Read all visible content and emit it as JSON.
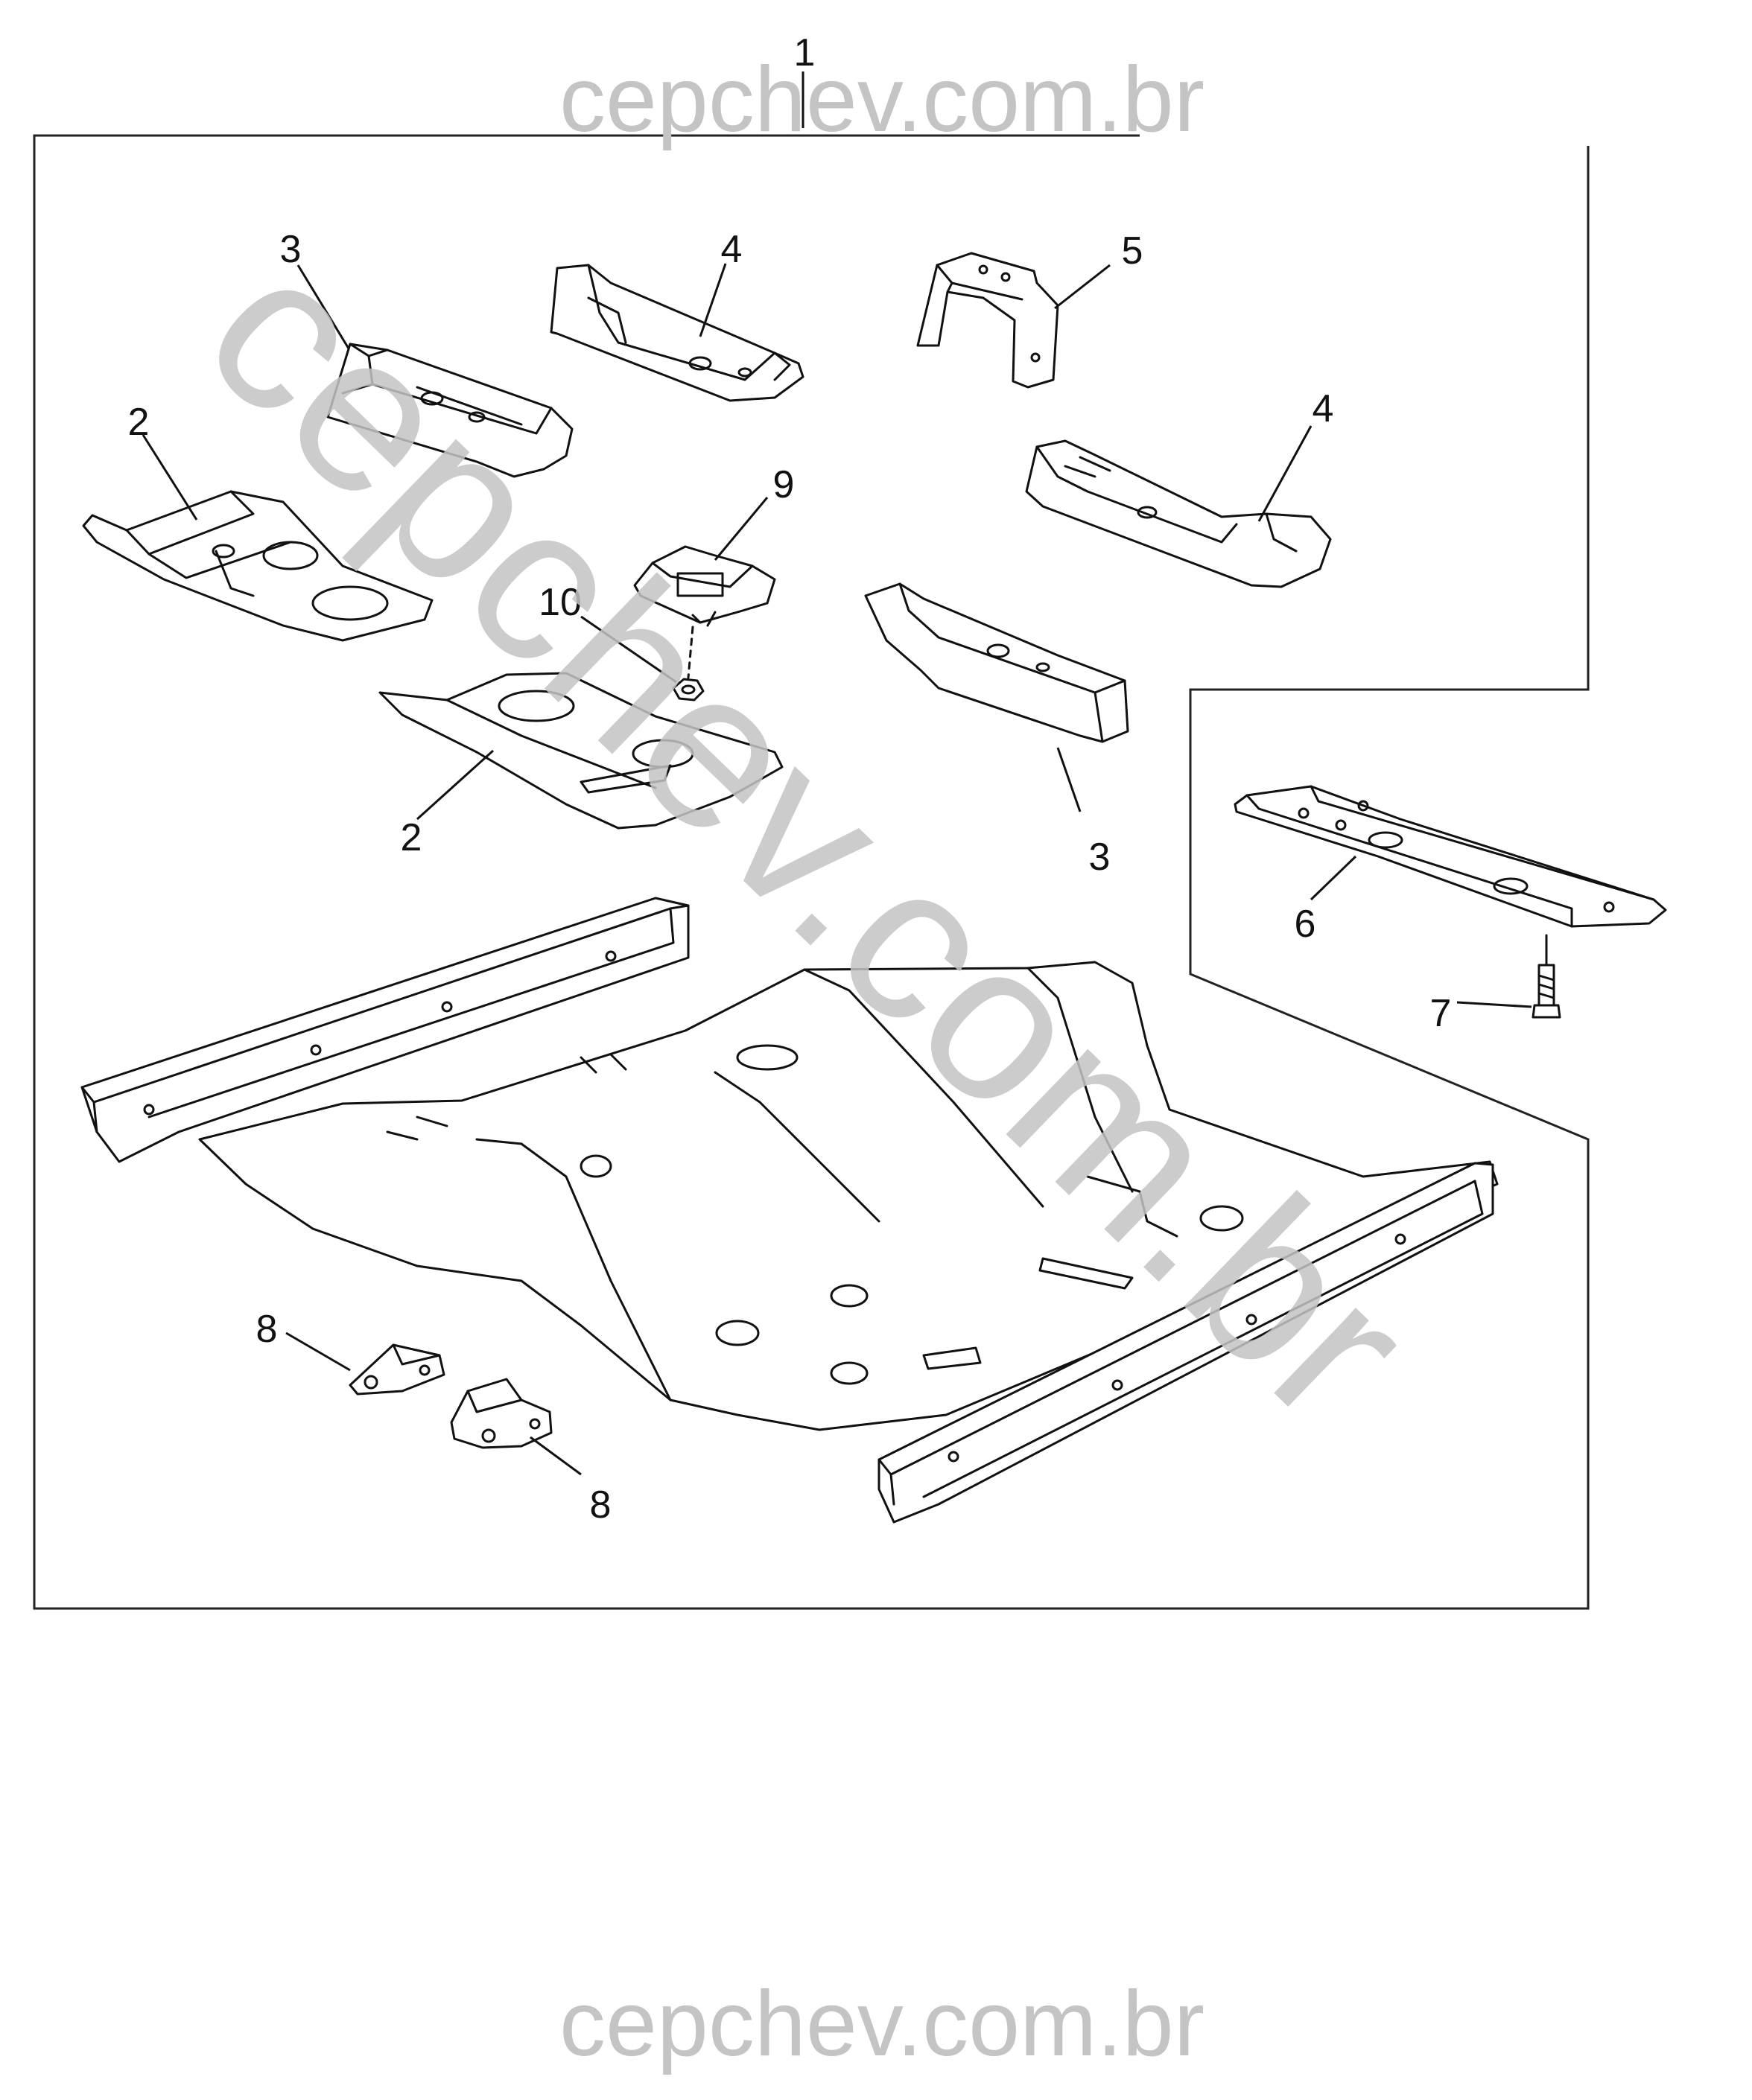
{
  "watermark": {
    "top": "cepchev.com.br",
    "bottom": "cepchev.com.br",
    "diagonal": "cepchev.com.br"
  },
  "callouts": {
    "c1": "1",
    "c2a": "2",
    "c2b": "2",
    "c3a": "3",
    "c3b": "3",
    "c4a": "4",
    "c4b": "4",
    "c5": "5",
    "c6": "6",
    "c7": "7",
    "c8a": "8",
    "c8b": "8",
    "c9": "9",
    "c10": "10"
  }
}
